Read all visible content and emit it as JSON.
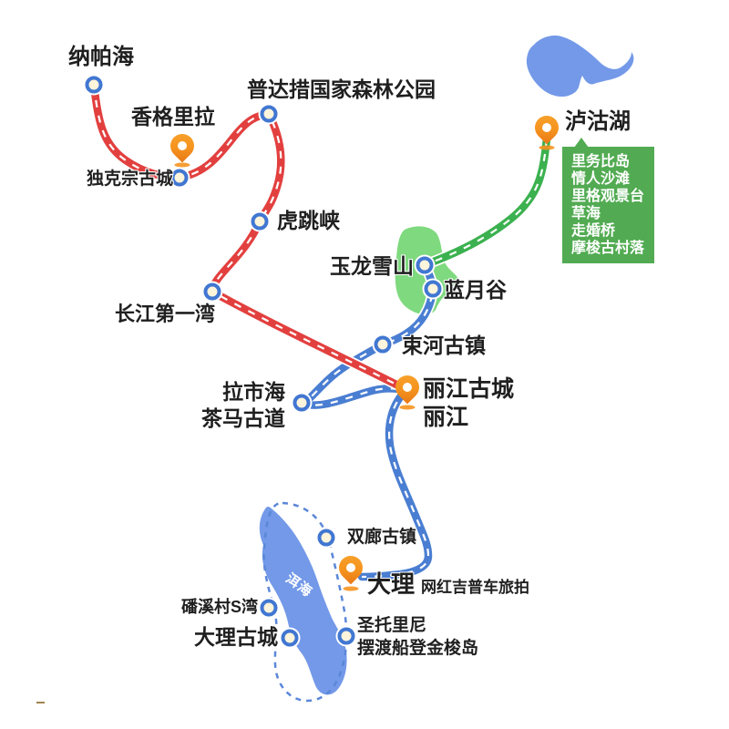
{
  "colors": {
    "route_red": "#e2403f",
    "route_blue": "#4a7ed2",
    "route_green": "#3bb14f",
    "road_dash": "#ffffff",
    "lake_blue": "#7399e8",
    "mountain_green": "#7fd97f",
    "panel_green": "#52ab52",
    "pin_orange": "#f5941f",
    "node_fill": "#fdf4dc",
    "node_border": "#4177d2",
    "erhai_ring": "#5b87d8",
    "erhai_text": "#ffffff",
    "label_color": "#1f1f1f"
  },
  "labels": {
    "napahai": "纳帕海",
    "xianggelila": "香格里拉",
    "dukezong": "独克宗古城",
    "pudacuo": "普达措国家森林公园",
    "hutiaoxia": "虎跳峡",
    "changjiangdiyiwan": "长江第一湾",
    "yulongxueshan": "玉龙雪山",
    "lanyuegu": "蓝月谷",
    "shuhe": "束河古镇",
    "lashihai": "拉市海",
    "chamagudao": "茶马古道",
    "lijiang_gucheng": "丽江古城",
    "lijiang": "丽江",
    "lugu": "泸沽湖",
    "shuanglang": "双廊古镇",
    "dali": "大理",
    "dali_sub": "网红吉普车旅拍",
    "panxi": "磻溪村S湾",
    "dali_gucheng": "大理古城",
    "shengtuolini": "圣托里尼",
    "jinsuo": "摆渡船登金梭岛",
    "erhai": "洱海"
  },
  "lugu_panel": {
    "items": [
      "里务比岛",
      "情人沙滩",
      "里格观景台",
      "草海",
      "走婚桥",
      "摩梭古村落"
    ]
  }
}
